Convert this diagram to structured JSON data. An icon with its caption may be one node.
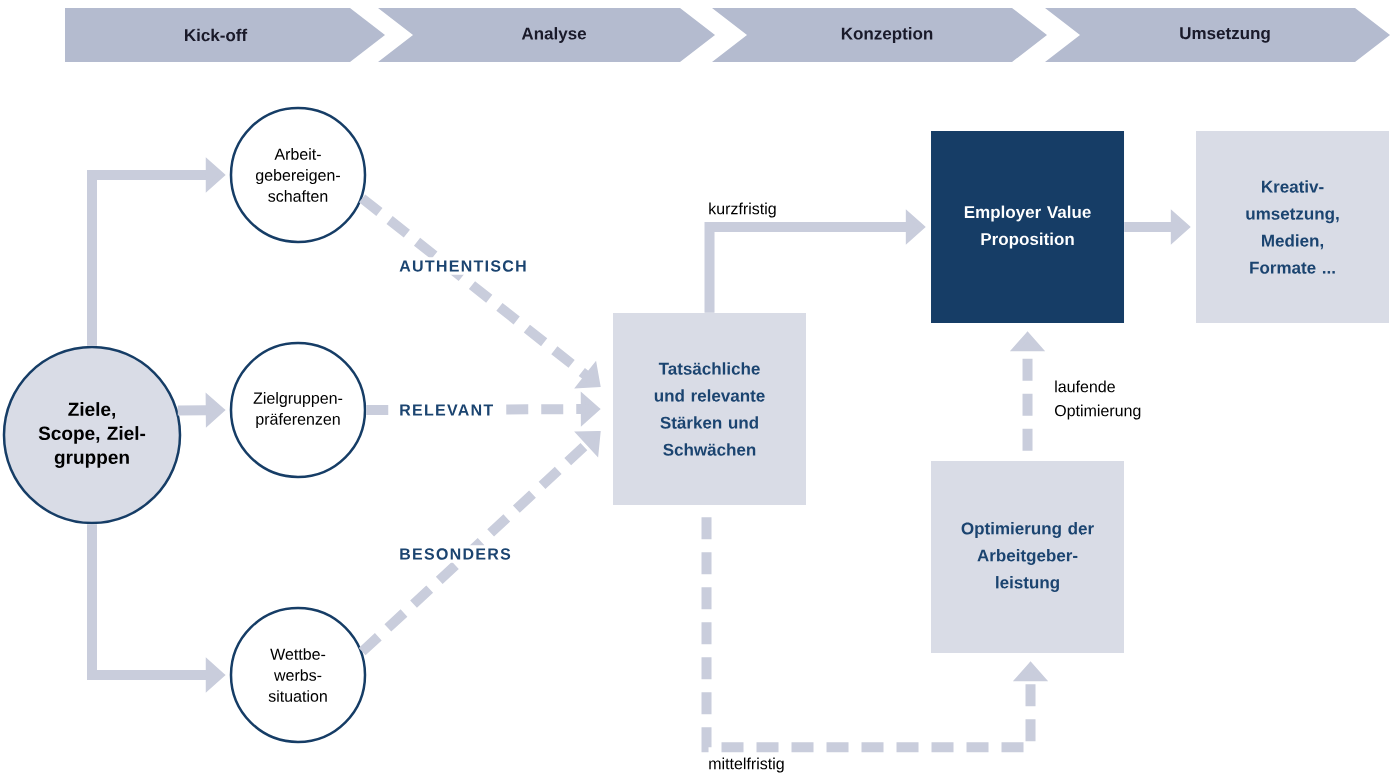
{
  "diagram": {
    "nodes": [
      {
        "text": [
          "Kick-off"
        ]
      },
      {
        "text": [
          "Analyse"
        ]
      },
      {
        "text": [
          "Konzeption"
        ]
      },
      {
        "text": [
          "Umsetzung"
        ]
      },
      {
        "text": [
          "Ziele, Scope, Ziel- gruppen"
        ]
      },
      {
        "text": [
          "Arbeit- gebereigen- schaften"
        ]
      },
      {
        "text": [
          "Zielgruppen- präferenzen"
        ]
      },
      {
        "text": [
          "Wettbe- werbs- situation"
        ]
      },
      {
        "text": [
          "Tatsächliche und relevante Stärken und Schwächen"
        ]
      },
      {
        "text": [
          "Employer Value Proposition"
        ]
      },
      {
        "text": [
          "Kreativ- umsetzung, Medien, Formate ..."
        ]
      },
      {
        "text": [
          "Optimierung der Arbeitgeber- leistung"
        ]
      }
    ],
    "edges": [
      {
        "from": 4,
        "to": 5,
        "arrow": "to"
      },
      {
        "from": 4,
        "to": 6,
        "arrow": "to"
      },
      {
        "from": 4,
        "to": 7,
        "arrow": "to"
      },
      {
        "from": 5,
        "to": 8,
        "arrow": "to",
        "style": "dashed",
        "label": "AUTHENTISCH"
      },
      {
        "from": 6,
        "to": 8,
        "arrow": "to",
        "style": "dashed",
        "label": "RELEVANT"
      },
      {
        "from": 7,
        "to": 8,
        "arrow": "to",
        "style": "dashed",
        "label": "BESONDERS"
      },
      {
        "from": 8,
        "to": 9,
        "arrow": "to",
        "label": "kurzfristig"
      },
      {
        "from": 9,
        "to": 10,
        "arrow": "to"
      },
      {
        "from": 11,
        "to": 9,
        "arrow": "to",
        "style": "dashed",
        "label": "laufende Optimierung"
      },
      {
        "from": 8,
        "to": 11,
        "arrow": "to",
        "style": "dashed",
        "label": "mittelfristig"
      }
    ]
  }
}
